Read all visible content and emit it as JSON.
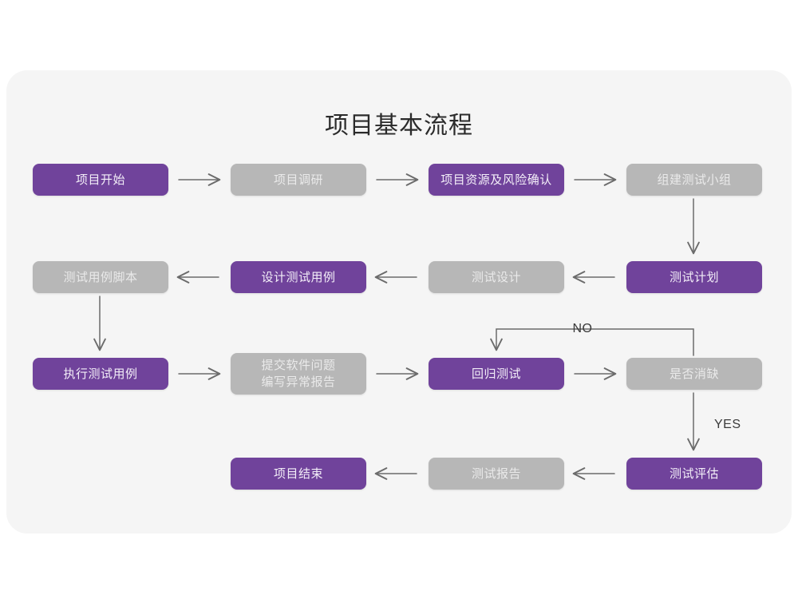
{
  "title": "项目基本流程",
  "colors": {
    "panel_bg": "#f5f5f5",
    "page_bg": "#ffffff",
    "accent_purple": "#70439b",
    "muted_gray": "#b7b7b7",
    "connector": "#6b6b6b",
    "title_text": "#2b2b2b"
  },
  "nodes": {
    "n1": {
      "label": "项目开始",
      "style": "purple"
    },
    "n2": {
      "label": "项目调研",
      "style": "gray"
    },
    "n3": {
      "label": "项目资源及风险确认",
      "style": "purple"
    },
    "n4": {
      "label": "组建测试小组",
      "style": "gray"
    },
    "n5": {
      "label": "测试计划",
      "style": "purple"
    },
    "n6": {
      "label": "测试设计",
      "style": "gray"
    },
    "n7": {
      "label": "设计测试用例",
      "style": "purple"
    },
    "n8": {
      "label": "测试用例脚本",
      "style": "gray"
    },
    "n9": {
      "label": "执行测试用例",
      "style": "purple"
    },
    "n10a": {
      "label": "提交软件问题",
      "style": "gray"
    },
    "n10b": {
      "label": "编写异常报告",
      "style": "gray"
    },
    "n11": {
      "label": "回归测试",
      "style": "purple"
    },
    "n12": {
      "label": "是否消缺",
      "style": "gray"
    },
    "n13": {
      "label": "测试评估",
      "style": "purple"
    },
    "n14": {
      "label": "测试报告",
      "style": "gray"
    },
    "n15": {
      "label": "项目结束",
      "style": "purple"
    }
  },
  "edge_labels": {
    "no": "NO",
    "yes": "YES"
  },
  "chart_data": {
    "type": "flowchart",
    "title": "项目基本流程",
    "rows": [
      [
        "项目开始",
        "项目调研",
        "项目资源及风险确认",
        "组建测试小组"
      ],
      [
        "测试用例脚本",
        "设计测试用例",
        "测试设计",
        "测试计划"
      ],
      [
        "执行测试用例",
        "提交软件问题 编写异常报告",
        "回归测试",
        "是否消缺"
      ],
      [
        "",
        "项目结束",
        "测试报告",
        "测试评估"
      ]
    ],
    "edges": [
      {
        "from": "项目开始",
        "to": "项目调研",
        "dir": "right"
      },
      {
        "from": "项目调研",
        "to": "项目资源及风险确认",
        "dir": "right"
      },
      {
        "from": "项目资源及风险确认",
        "to": "组建测试小组",
        "dir": "right"
      },
      {
        "from": "组建测试小组",
        "to": "测试计划",
        "dir": "down"
      },
      {
        "from": "测试计划",
        "to": "测试设计",
        "dir": "left"
      },
      {
        "from": "测试设计",
        "to": "设计测试用例",
        "dir": "left"
      },
      {
        "from": "设计测试用例",
        "to": "测试用例脚本",
        "dir": "left"
      },
      {
        "from": "测试用例脚本",
        "to": "执行测试用例",
        "dir": "down"
      },
      {
        "from": "执行测试用例",
        "to": "提交软件问题 编写异常报告",
        "dir": "right"
      },
      {
        "from": "提交软件问题 编写异常报告",
        "to": "回归测试",
        "dir": "right"
      },
      {
        "from": "回归测试",
        "to": "是否消缺",
        "dir": "right"
      },
      {
        "from": "是否消缺",
        "to": "回归测试",
        "dir": "loop-up-left",
        "label": "NO"
      },
      {
        "from": "是否消缺",
        "to": "测试评估",
        "dir": "down",
        "label": "YES"
      },
      {
        "from": "测试评估",
        "to": "测试报告",
        "dir": "left"
      },
      {
        "from": "测试报告",
        "to": "项目结束",
        "dir": "left"
      }
    ]
  }
}
